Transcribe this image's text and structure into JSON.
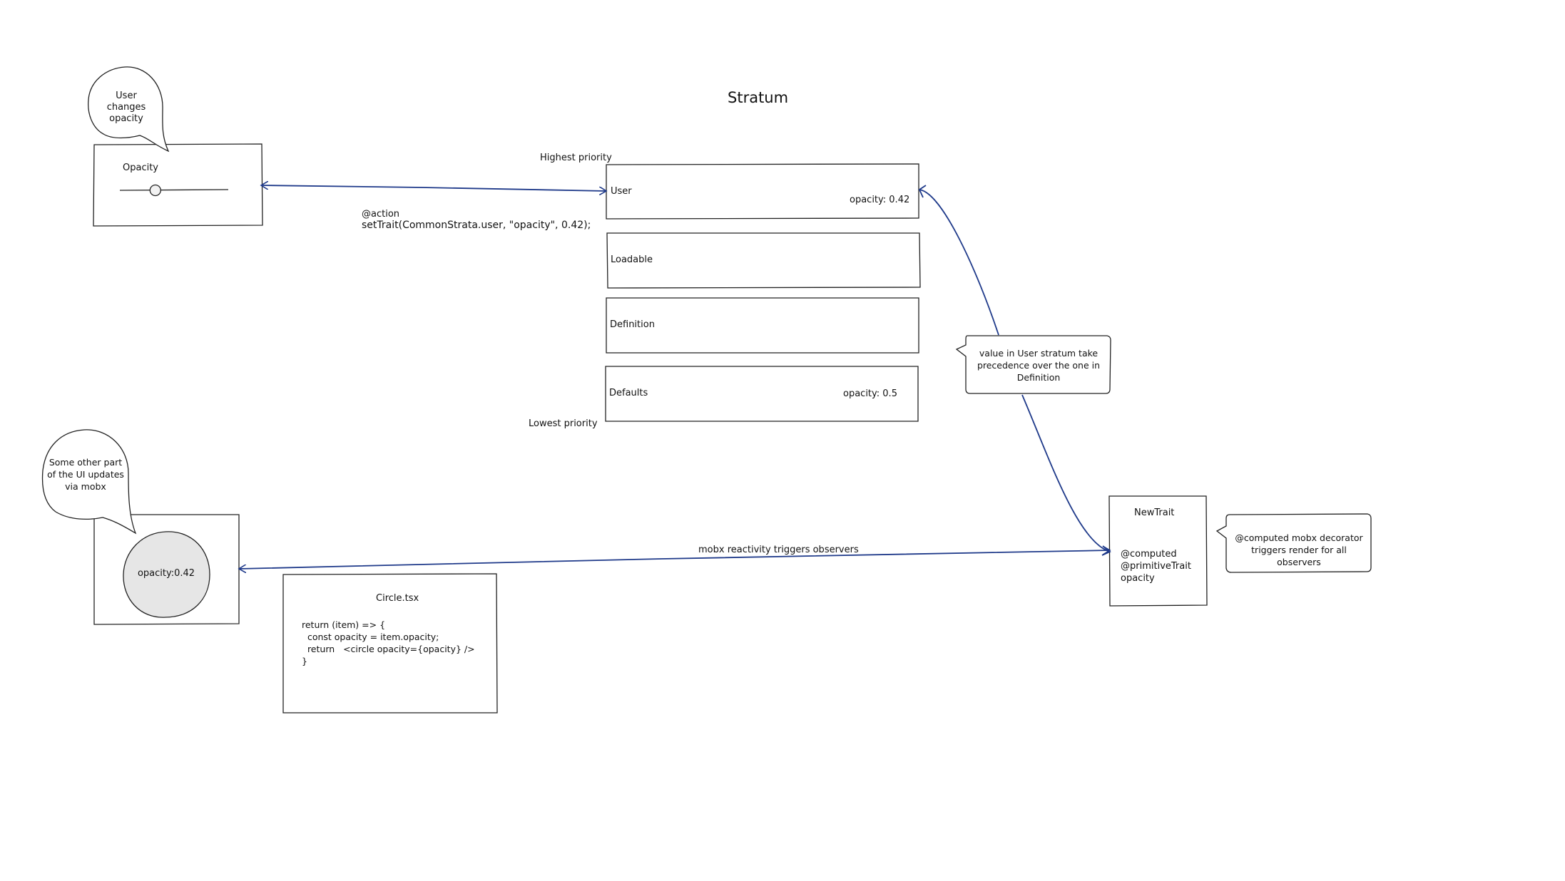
{
  "title": "Stratum",
  "priority": {
    "highest": "Highest priority",
    "lowest": "Lowest priority"
  },
  "slider_panel": {
    "label": "Opacity",
    "callout": "User changes opacity",
    "value": 0.42
  },
  "action": {
    "decorator": "@action",
    "call": "setTrait(CommonStrata.user, \"opacity\", 0.42);"
  },
  "strata": [
    {
      "name": "User",
      "value_text": "opacity: 0.42"
    },
    {
      "name": "Loadable",
      "value_text": ""
    },
    {
      "name": "Definition",
      "value_text": ""
    },
    {
      "name": "Defaults",
      "value_text": "opacity: 0.5"
    }
  ],
  "precedence_note": "value in User stratum take precedence over the one in Definition",
  "new_trait": {
    "title": "NewTrait",
    "lines": [
      "@computed",
      "@primitiveTrait",
      "opacity"
    ]
  },
  "computed_note": "@computed mobx decorator triggers render for all observers",
  "reactivity_label": "mobx reactivity triggers observers",
  "circle_panel": {
    "circle_text": "opacity:0.42",
    "callout": "Some other part of the UI updates via mobx"
  },
  "code_panel": {
    "filename": "Circle.tsx",
    "code": "return (item) => {\n  const opacity = item.opacity;\n  return   <circle opacity={opacity} />\n}"
  },
  "colors": {
    "arrow": "#1f3a8a",
    "stroke": "#222222",
    "circle_fill": "#e6e6e6"
  }
}
